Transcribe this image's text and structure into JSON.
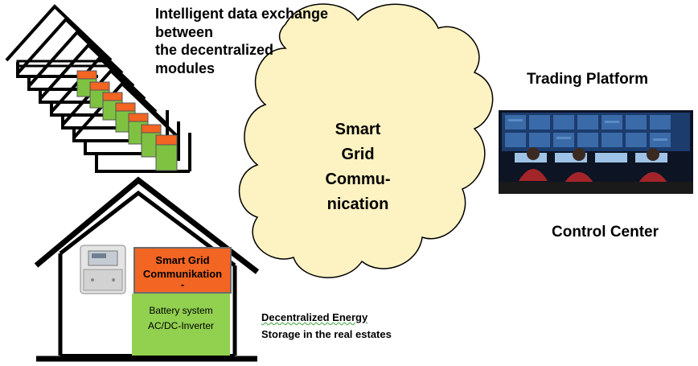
{
  "intelligent_text": [
    "Intelligent data exchange",
    "between",
    "the decentralized",
    "modules"
  ],
  "cloud_text": [
    "Smart",
    "Grid",
    "Commu-",
    "nication"
  ],
  "trading_platform": "Trading Platform",
  "control_center": "Control Center",
  "smart_grid_box": [
    "Smart Grid",
    "Communikation",
    "-"
  ],
  "battery_box": [
    "Battery system",
    "AC/DC-Inverter"
  ],
  "storage_text": [
    "Decentralized Energy",
    "Storage in the real estates"
  ],
  "colors": {
    "cloud": "#fdf2c1",
    "smart_grid_box": "#f26522",
    "battery_box": "#92d050",
    "module_green": "#7fc241",
    "module_orange": "#f26522",
    "control_room_screen": "#1c3c6e"
  }
}
